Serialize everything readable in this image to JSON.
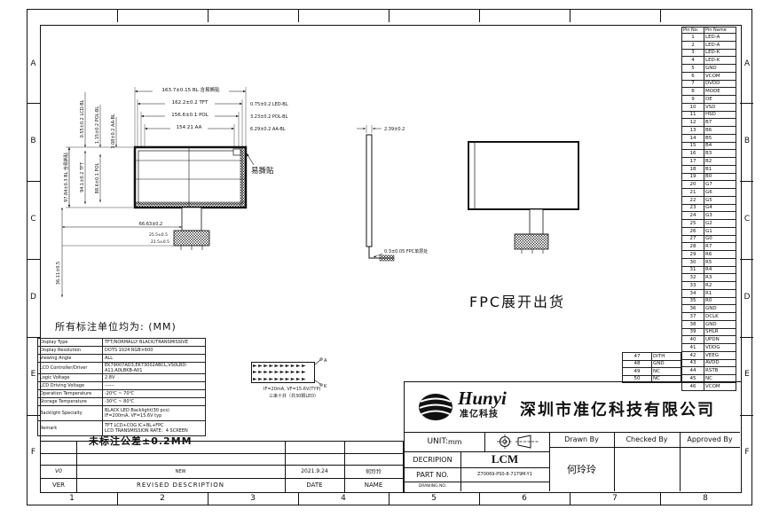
{
  "frame": {
    "zone_letters": [
      "A",
      "B",
      "C",
      "D",
      "E",
      "F"
    ],
    "zone_numbers": [
      "1",
      "2",
      "3",
      "4",
      "5",
      "6",
      "7",
      "8"
    ]
  },
  "notes": {
    "units": "所有标注单位均为: (MM)",
    "tolerance": "未标注公差±0.2MM",
    "fpc_ship": "FPC展开出货",
    "sticker": "易撕贴"
  },
  "dims": {
    "top": [
      "163.7±0.15 BL 含易撕贴",
      "162.2±0.2 TFT",
      "156.6±0.1 POL",
      "154.21 AA"
    ],
    "right_gaps": [
      "0.75±0.2 LED-BL",
      "3.23±0.2 POL-BL",
      "6.29±0.2 AA-BL"
    ],
    "left_gaps": [
      "0.55±0.2 LCD-BL",
      "1.15±0.2 POL-BL",
      "3.08±0.2 AA-BL"
    ],
    "left_heights": [
      "94.1±0.2 TFT",
      "88.6±0.1 POL"
    ],
    "left_outer": "97.84±0.3 BL 含易撕贴",
    "fpc_drop": "36.11±0.5",
    "bottom_offset": "66.63±0.2",
    "fpc_w1": "25.5±0.5",
    "fpc_w2": "21.5±0.5",
    "thickness": "2.39±0.2",
    "fpc_thickness": "0.3±0.05 FPC单层处"
  },
  "led_circuit": {
    "rows": [
      "►►►►►►►►►►",
      "►►►►►►►►►►",
      "►►►►►►►►►►"
    ],
    "anode": "A",
    "cathode": "K",
    "note1": "IF=20mA, VF=15.6V(TYP)",
    "note2": "三串十并（共30颗LED）"
  },
  "pin_table": {
    "no_header": "Pin No.",
    "name_header": "Pin Name",
    "rows": [
      [
        "1",
        "LED-A"
      ],
      [
        "2",
        "LED-A"
      ],
      [
        "3",
        "LED-K"
      ],
      [
        "4",
        "LED-K"
      ],
      [
        "5",
        "GND"
      ],
      [
        "6",
        "VCOM"
      ],
      [
        "7",
        "DVDD"
      ],
      [
        "8",
        "MODE"
      ],
      [
        "9",
        "DE"
      ],
      [
        "10",
        "VSD"
      ],
      [
        "11",
        "HSD"
      ],
      [
        "12",
        "B7"
      ],
      [
        "13",
        "B6"
      ],
      [
        "14",
        "B5"
      ],
      [
        "15",
        "B4"
      ],
      [
        "16",
        "B3"
      ],
      [
        "17",
        "B2"
      ],
      [
        "18",
        "B1"
      ],
      [
        "19",
        "B0"
      ],
      [
        "20",
        "G7"
      ],
      [
        "21",
        "G6"
      ],
      [
        "22",
        "G5"
      ],
      [
        "23",
        "G4"
      ],
      [
        "24",
        "G3"
      ],
      [
        "25",
        "G2"
      ],
      [
        "26",
        "G1"
      ],
      [
        "27",
        "G0"
      ],
      [
        "28",
        "R7"
      ],
      [
        "29",
        "R6"
      ],
      [
        "30",
        "R5"
      ],
      [
        "31",
        "R4"
      ],
      [
        "32",
        "R3"
      ],
      [
        "33",
        "R2"
      ],
      [
        "34",
        "R1"
      ],
      [
        "35",
        "R0"
      ],
      [
        "36",
        "GND"
      ],
      [
        "37",
        "DCLK"
      ],
      [
        "38",
        "GND"
      ],
      [
        "39",
        "SHLR"
      ],
      [
        "40",
        "UPDN"
      ],
      [
        "41",
        "VDDG"
      ],
      [
        "42",
        "VEEG"
      ],
      [
        "43",
        "AVDD"
      ],
      [
        "44",
        "RSTB"
      ],
      [
        "45",
        "NC"
      ],
      [
        "46",
        "VCOM"
      ]
    ],
    "extra_rows": [
      [
        "47",
        "DITH"
      ],
      [
        "48",
        "GND"
      ],
      [
        "49",
        "NC"
      ],
      [
        "50",
        "NC"
      ]
    ]
  },
  "spec_table": {
    "rows": [
      {
        "label": "Display Type",
        "value": "TFT/NORMALLY BLACK/TRANSMISSIVE"
      },
      {
        "label": "Display Resolution",
        "value": "DOTS 1024 RGB×600"
      },
      {
        "label": "Viewing Angle",
        "value": "ALL"
      },
      {
        "label": "LCD Controller/Driver",
        "value": "EK79007AD3,EK73002ABCL,VS0LBD-A11,A0LBKB-A01"
      },
      {
        "label": "Logic Voltage",
        "value": "2.8V"
      },
      {
        "label": "LCD Driving Voltage",
        "value": "------"
      },
      {
        "label": "Operation Temperature",
        "value": "-20℃ ~ 70℃"
      },
      {
        "label": "Storage Temperature",
        "value": "-30℃ ~ 80℃"
      },
      {
        "label": "Backlight Specialty",
        "value": "BLACK LED Backlight(30 pcs)\nIF=200mA, VF=15.6V typ"
      },
      {
        "label": "Remark",
        "value": "TFT LCD+COG IC+BL+FPC\nLCD TRANSMISSION RATE：4 SCREEN"
      }
    ]
  },
  "revision_table": {
    "headers": [
      "VER",
      "REVISED DESCRIPTION",
      "DATE",
      "NAME"
    ],
    "entry": {
      "ver": "V0",
      "desc": "NEW",
      "date": "2021.9.24",
      "name": "何玲玲"
    }
  },
  "title_block": {
    "brand": "Hunyi",
    "brand_sub": "准亿科技",
    "company": "深圳市准亿科技有限公司",
    "unit_label": "UNIT:",
    "unit_value": "mm",
    "drawn_by": "Drawn By",
    "checked_by": "Checked By",
    "approved_by": "Approved By",
    "descr_label": "DECRIPION",
    "descr_value": "LCM",
    "part_label": "PART NO.",
    "part_value": "Z70069-PS0-8-7179M-Y1",
    "drawing_label": "DRAWING NO.",
    "drawn_name": "何玲玲"
  }
}
